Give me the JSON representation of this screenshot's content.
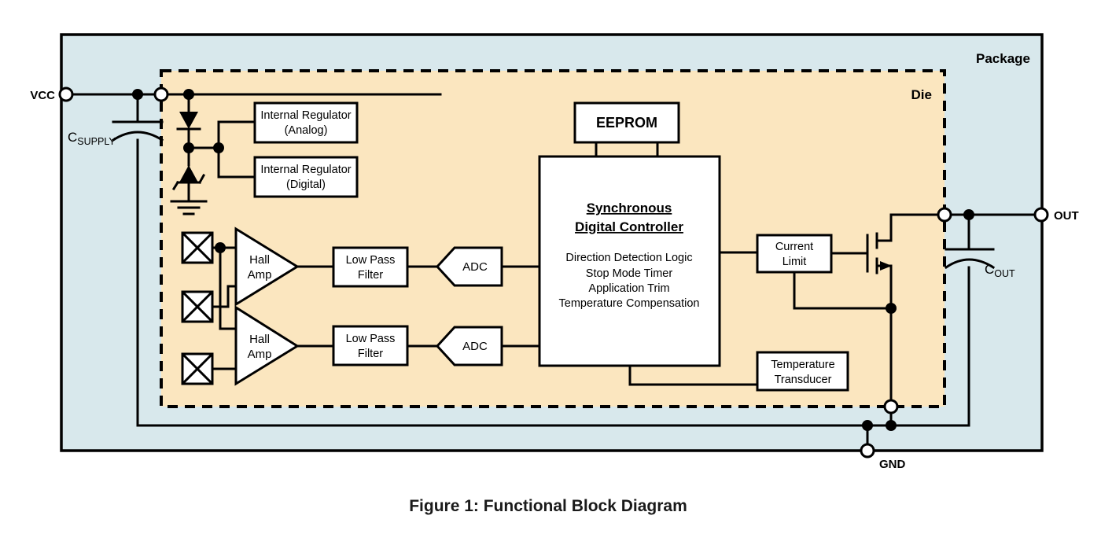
{
  "figure": {
    "caption": "Figure 1: Functional Block Diagram"
  },
  "regions": [
    {
      "name": "package",
      "label": "Package"
    },
    {
      "name": "die",
      "label": "Die"
    }
  ],
  "pins": [
    {
      "name": "vcc",
      "label": "VCC"
    },
    {
      "name": "out",
      "label": "OUT"
    },
    {
      "name": "gnd",
      "label": "GND"
    }
  ],
  "external_components": [
    {
      "name": "supply-capacitor",
      "symbol": "capacitor",
      "label_main": "C",
      "label_sub": "SUPPLY"
    },
    {
      "name": "output-capacitor",
      "symbol": "capacitor",
      "label_main": "C",
      "label_sub": "OUT"
    }
  ],
  "blocks": {
    "regulator_analog": {
      "line1": "Internal Regulator",
      "line2": "(Analog)"
    },
    "regulator_digital": {
      "line1": "Internal Regulator",
      "line2": "(Digital)"
    },
    "eeprom": {
      "label": "EEPROM"
    },
    "controller": {
      "title_line1": "Synchronous",
      "title_line2": "Digital Controller",
      "features": [
        "Direction Detection Logic",
        "Stop Mode Timer",
        "Application Trim",
        "Temperature Compensation"
      ]
    },
    "hall_amp_1": {
      "line1": "Hall",
      "line2": "Amp"
    },
    "hall_amp_2": {
      "line1": "Hall",
      "line2": "Amp"
    },
    "low_pass_filter_1": {
      "line1": "Low Pass",
      "line2": "Filter"
    },
    "low_pass_filter_2": {
      "line1": "Low Pass",
      "line2": "Filter"
    },
    "adc_1": {
      "label": "ADC"
    },
    "adc_2": {
      "label": "ADC"
    },
    "current_limit": {
      "line1": "Current",
      "line2": "Limit"
    },
    "temperature_transducer": {
      "line1": "Temperature",
      "line2": "Transducer"
    }
  },
  "symbols": {
    "hall_elements": [
      {
        "name": "hall-plate-1"
      },
      {
        "name": "hall-plate-2"
      },
      {
        "name": "hall-plate-3"
      }
    ],
    "diode": {
      "name": "rectifier-diode"
    },
    "zener": {
      "name": "zener-diode"
    },
    "ground": {
      "name": "ground-symbol"
    },
    "mosfet": {
      "name": "n-channel-mosfet"
    }
  },
  "colors": {
    "package_fill": "#d8e8ec",
    "die_fill": "#fbe6bf",
    "block_fill": "#ffffff",
    "line": "#000000"
  }
}
